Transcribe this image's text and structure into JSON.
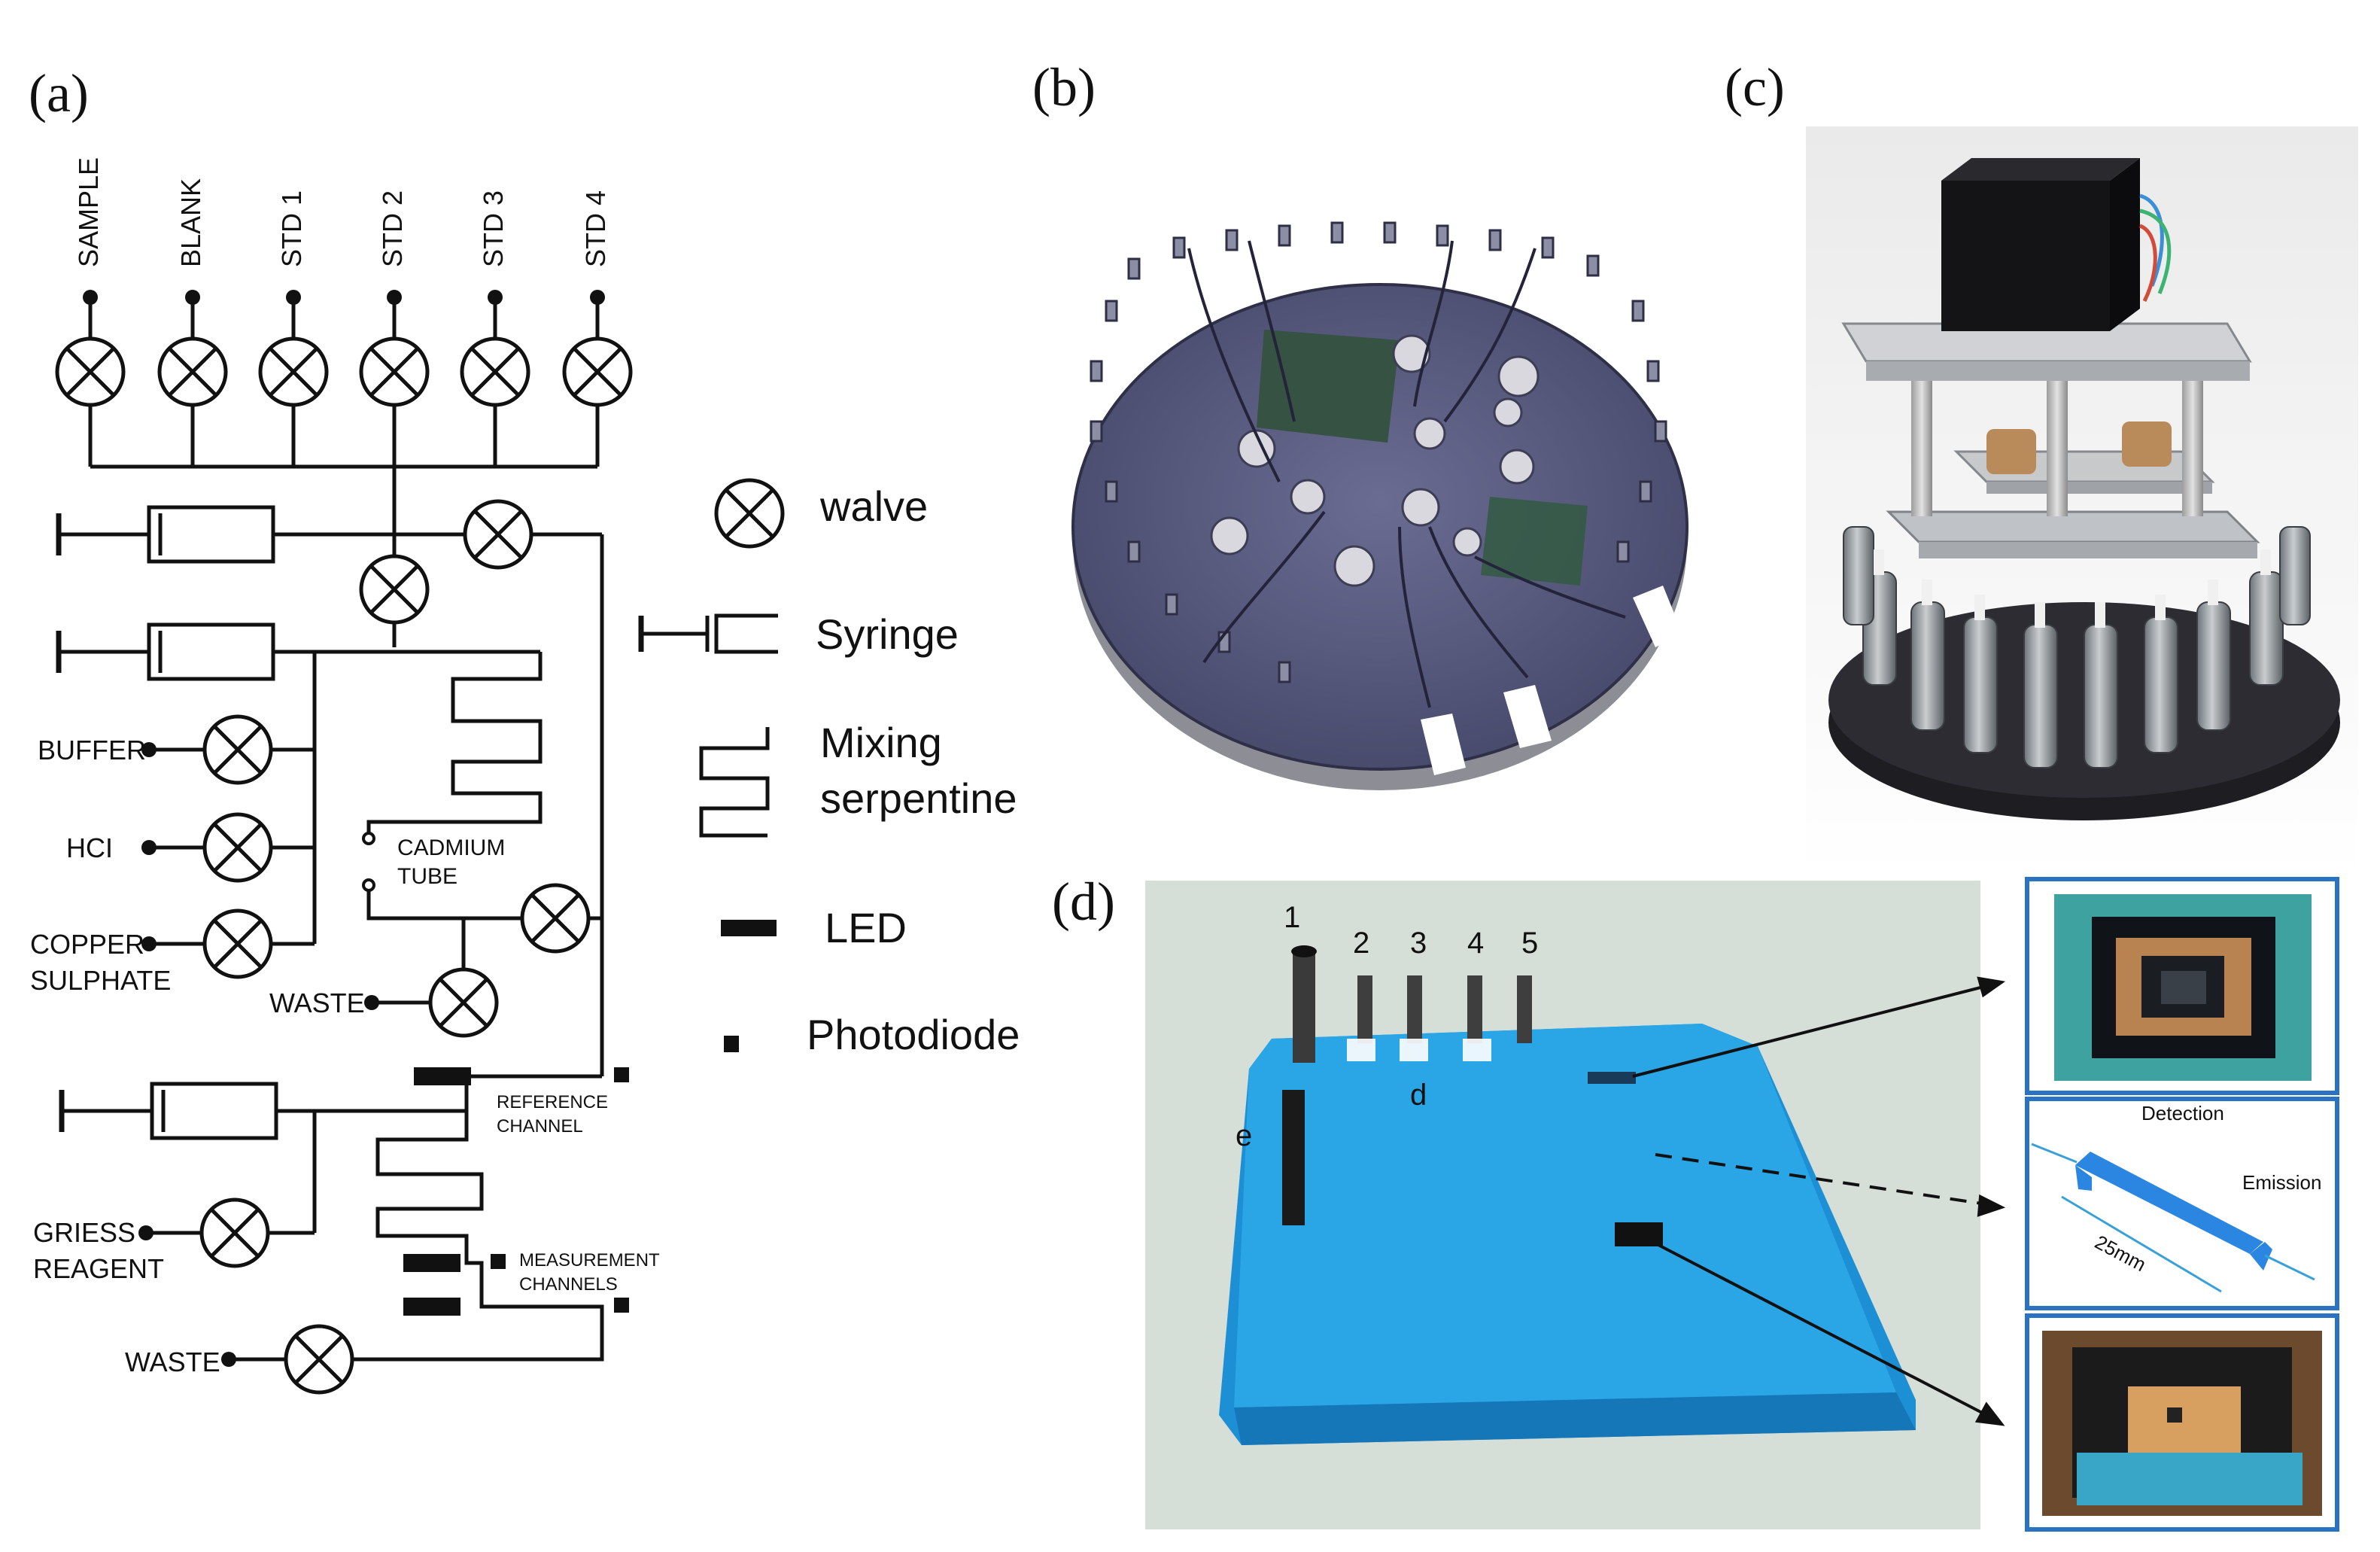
{
  "panels": {
    "a": "(a)",
    "b": "(b)",
    "c": "(c)",
    "d": "(d)"
  },
  "inputs": [
    "SAMPLE",
    "BLANK",
    "STD 1",
    "STD 2",
    "STD 3",
    "STD 4"
  ],
  "schematic": {
    "buffer": "BUFFER",
    "hcl": "HCI",
    "copper_line1": "COPPER",
    "copper_line2": "SULPHATE",
    "waste_top": "WASTE",
    "cadmium_line1": "CADMIUM",
    "cadmium_line2": "TUBE",
    "reference_line1": "REFERENCE",
    "reference_line2": "CHANNEL",
    "measurement_line1": "MEASUREMENT",
    "measurement_line2": "CHANNELS",
    "griess_line1": "GRIESS",
    "griess_line2": "REAGENT",
    "waste_bottom": "WASTE"
  },
  "legend": {
    "valve": "walve",
    "syringe": "Syringe",
    "mixing_line1": "Mixing",
    "mixing_line2": "serpentine",
    "led": "LED",
    "photodiode": "Photodiode"
  },
  "photo_d": {
    "ports": [
      "1",
      "2",
      "3",
      "4",
      "5"
    ],
    "label_d": "d",
    "label_e": "e",
    "detection": "Detection",
    "emission": "Emission",
    "length": "25mm"
  },
  "colors": {
    "disc": "#55577a",
    "chip_blue": "#2aa6e6",
    "frame_blue": "#2a73c4"
  }
}
